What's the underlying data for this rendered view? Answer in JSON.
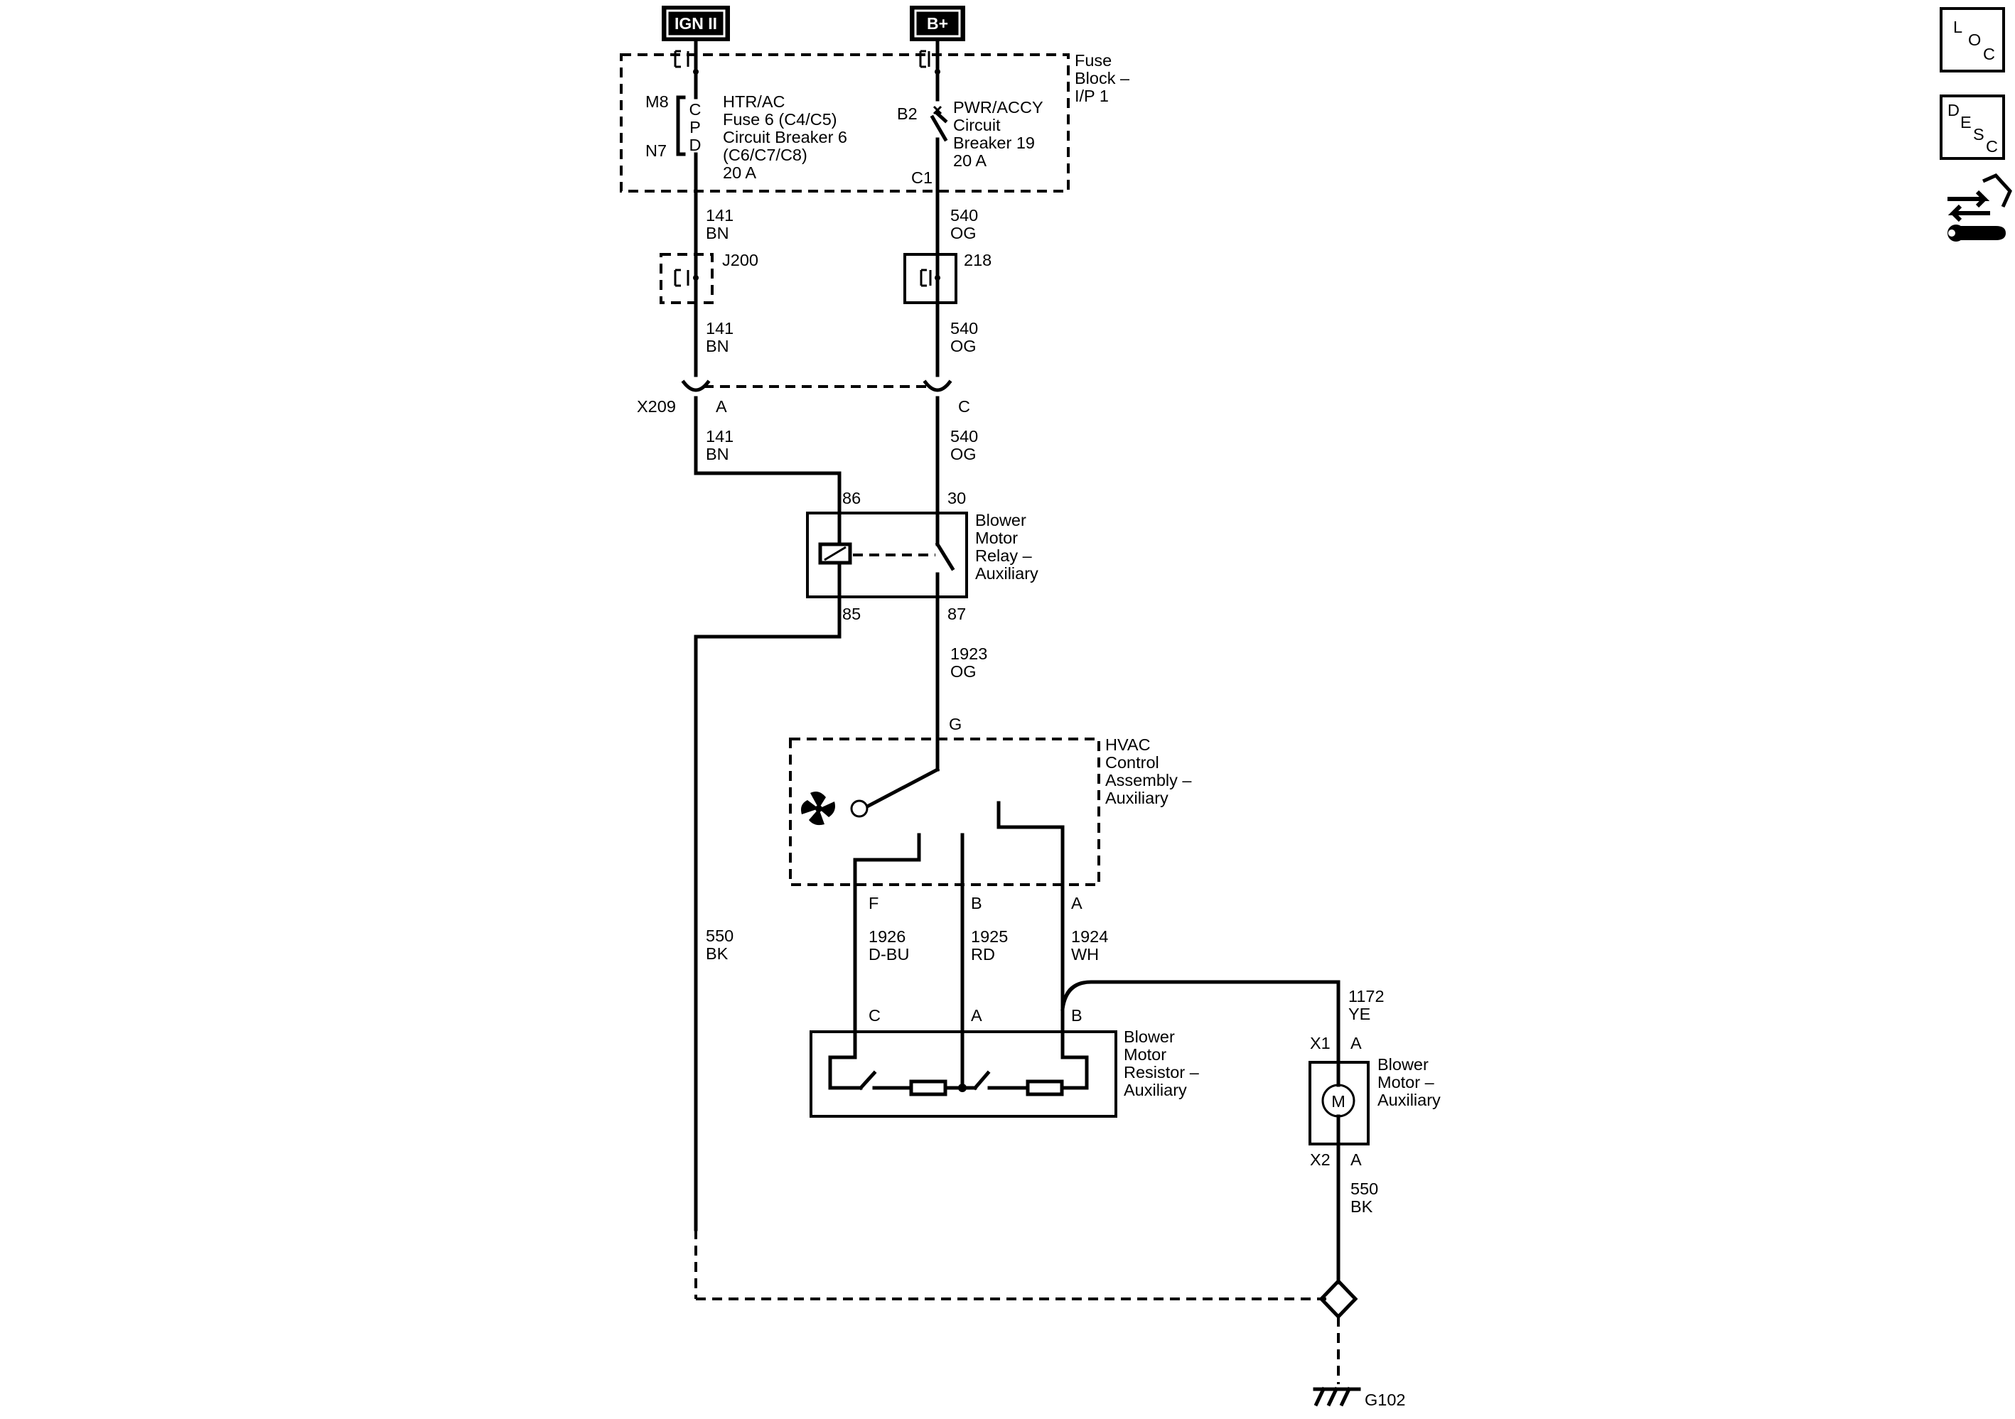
{
  "sources": {
    "ign": "IGN II",
    "bplus": "B+"
  },
  "fuse_block": {
    "name_lines": [
      "Fuse",
      "Block –",
      "I/P 1"
    ],
    "left_pins": {
      "top": "M8",
      "bottom": "N7"
    },
    "cpd_letters": [
      "C",
      "P",
      "D"
    ],
    "htr_lines": [
      "HTR/AC",
      "Fuse 6 (C4/C5)",
      "Circuit Breaker 6",
      "(C6/C7/C8)",
      "20 A"
    ],
    "right_pins": {
      "top": "B2",
      "bottom": "C1"
    },
    "pwr_lines": [
      "PWR/ACCY",
      "Circuit",
      "Breaker 19",
      "20 A"
    ]
  },
  "wires": {
    "w141": {
      "num": "141",
      "color": "BN"
    },
    "w540": {
      "num": "540",
      "color": "OG"
    },
    "w1923": {
      "num": "1923",
      "color": "OG"
    },
    "w550": {
      "num": "550",
      "color": "BK"
    },
    "w1926": {
      "num": "1926",
      "color": "D-BU"
    },
    "w1925": {
      "num": "1925",
      "color": "RD"
    },
    "w1924": {
      "num": "1924",
      "color": "WH"
    },
    "w1172": {
      "num": "1172",
      "color": "YE"
    }
  },
  "splices": {
    "j200": "J200",
    "s218": "218"
  },
  "connector": {
    "name": "X209",
    "pin_a": "A",
    "pin_c": "C"
  },
  "relay": {
    "lines": [
      "Blower",
      "Motor",
      "Relay –",
      "Auxiliary"
    ],
    "pins": {
      "p86": "86",
      "p30": "30",
      "p85": "85",
      "p87": "87"
    }
  },
  "hvac": {
    "lines": [
      "HVAC",
      "Control",
      "Assembly –",
      "Auxiliary"
    ],
    "pins": {
      "g": "G",
      "f": "F",
      "b": "B",
      "a": "A"
    }
  },
  "resistor": {
    "lines": [
      "Blower",
      "Motor",
      "Resistor –",
      "Auxiliary"
    ],
    "pins": {
      "c": "C",
      "a": "A",
      "b": "B"
    }
  },
  "motor": {
    "lines": [
      "Blower",
      "Motor –",
      "Auxiliary"
    ],
    "symbol": "M",
    "pins": {
      "x1": "X1",
      "a1": "A",
      "x2": "X2",
      "a2": "A"
    }
  },
  "ground": {
    "name": "G102"
  },
  "nav": {
    "loc": [
      "L",
      "O",
      "C"
    ],
    "desc": [
      "D",
      "E",
      "S",
      "C"
    ],
    "connector_view_icon": "connector-swap-icon"
  }
}
